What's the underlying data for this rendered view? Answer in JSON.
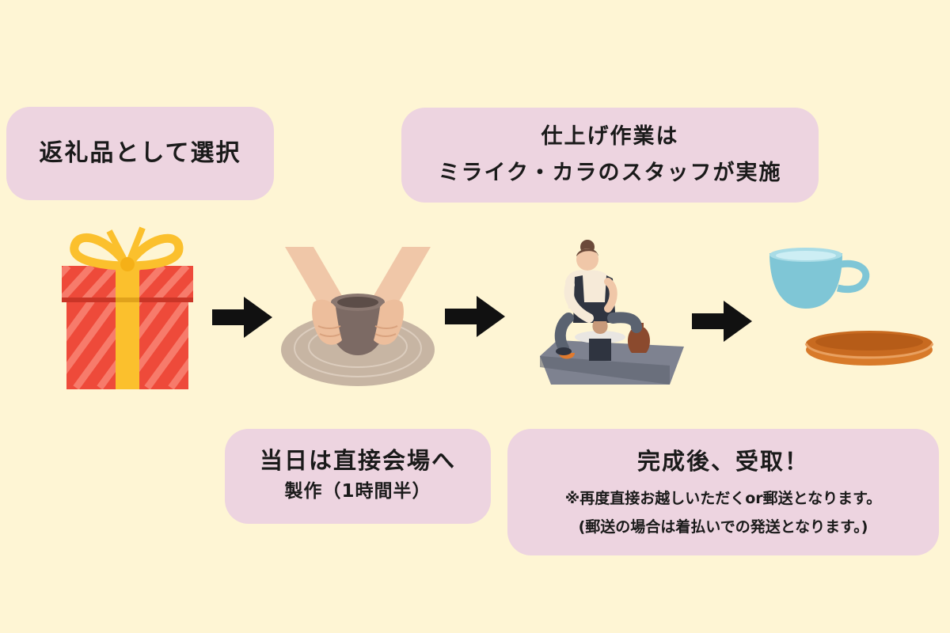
{
  "colors": {
    "background": "#FEF5D4",
    "bubble": "#EDD4E0",
    "arrow": "#111111"
  },
  "bubbles": {
    "select": {
      "text": "返礼品として選択"
    },
    "finishing": {
      "line1": "仕上げ作業は",
      "line2": "ミライク・カラのスタッフが実施"
    },
    "same_day": {
      "line1": "当日は直接会場へ",
      "line2": "製作（1時間半）"
    },
    "complete": {
      "line1": "完成後、受取！",
      "line2": "※再度直接お越しいただくor郵送となります。",
      "line3": "(郵送の場合は着払いでの発送となります。)"
    }
  },
  "illustrations": {
    "step1": "gift-box-icon",
    "step2": "pottery-hands-icon",
    "step3": "potter-at-wheel-icon",
    "step4": "cup-and-plate-icon"
  }
}
